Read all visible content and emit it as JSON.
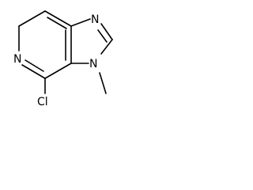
{
  "molecule": {
    "atoms": {
      "n_imidazole_top": "N",
      "n_pyridine": "N",
      "n_methylated": "N",
      "chlorine": "Cl"
    },
    "colors": {
      "bond": "#000000",
      "text": "#000000",
      "background": "#ffffff"
    }
  }
}
